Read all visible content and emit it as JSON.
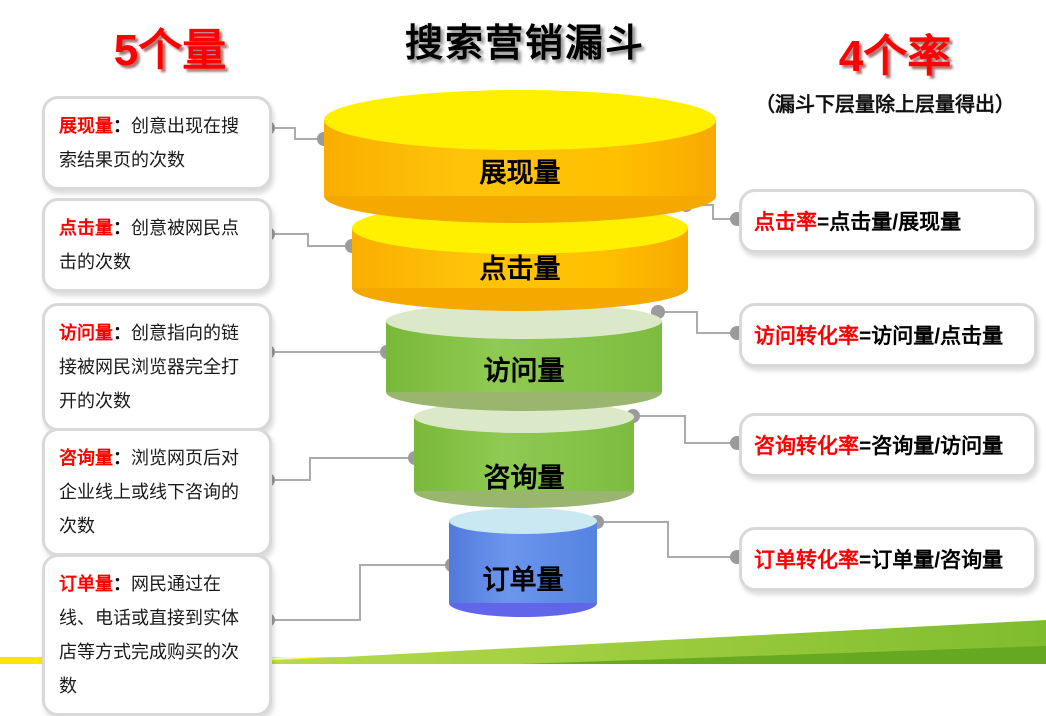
{
  "header": {
    "left_title": "5个量",
    "center_title": "搜索营销漏斗",
    "right_title": "4个率",
    "right_subtitle": "（漏斗下层量除上层量得出）"
  },
  "funnel": {
    "levels": [
      {
        "label": "展现量",
        "color": "#FFC000"
      },
      {
        "label": "点击量",
        "color": "#FFC000"
      },
      {
        "label": "访问量",
        "color": "#85C245"
      },
      {
        "label": "咨询量",
        "color": "#85C245"
      },
      {
        "label": "订单量",
        "color": "#5C86E3"
      }
    ]
  },
  "left_panel": {
    "items": [
      {
        "term": "展现量",
        "sep": "：",
        "desc": "创意出现在搜索结果页的次数"
      },
      {
        "term": "点击量",
        "sep": "：",
        "desc": "创意被网民点击的次数"
      },
      {
        "term": "访问量",
        "sep": "：",
        "desc": "创意指向的链接被网民浏览器完全打开的次数"
      },
      {
        "term": "咨询量",
        "sep": "：",
        "desc": "浏览网页后对企业线上或线下咨询的次数"
      },
      {
        "term": "订单量",
        "sep": "：",
        "desc": "网民通过在线、电话或直接到实体店等方式完成购买的次数"
      }
    ]
  },
  "right_panel": {
    "items": [
      {
        "term": "点击率",
        "formula": "=点击量/展现量"
      },
      {
        "term": "访问转化率",
        "formula": "=访问量/点击量"
      },
      {
        "term": "咨询转化率",
        "formula": "=咨询量/访问量"
      },
      {
        "term": "订单转化率",
        "formula": "=订单量/咨询量"
      }
    ]
  },
  "colors": {
    "accent_red": "#FF0000",
    "yellow_top": "#FFF000",
    "yellow_body": "#FFBE00",
    "yellow_bottom": "#F5A800",
    "green_top": "#DCE9C8",
    "green_body": "#85C245",
    "green_bottom": "#9AB66E",
    "blue_top": "#C9E8F2",
    "blue_body": "#5C86E3",
    "blue_bottom": "#6165E8",
    "connector_gray": "#ACACAC",
    "swoosh_green": "#7FBD2E",
    "bottom_stripe_yellow": "#FFE500"
  }
}
